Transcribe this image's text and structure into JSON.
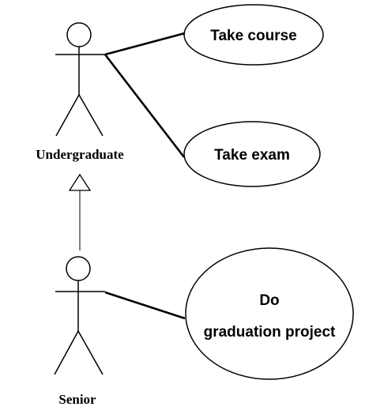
{
  "actors": {
    "undergraduate": {
      "label": "Undergraduate"
    },
    "senior": {
      "label": "Senior"
    }
  },
  "use_cases": {
    "take_course": {
      "label": "Take course"
    },
    "take_exam": {
      "label": "Take exam"
    },
    "do_graduation_project": {
      "line1": "Do",
      "line2": "graduation project"
    }
  },
  "relationships": [
    {
      "type": "association",
      "from": "Undergraduate",
      "to": "Take course"
    },
    {
      "type": "association",
      "from": "Undergraduate",
      "to": "Take exam"
    },
    {
      "type": "association",
      "from": "Senior",
      "to": "Do graduation project"
    },
    {
      "type": "generalization",
      "from": "Senior",
      "to": "Undergraduate"
    }
  ]
}
